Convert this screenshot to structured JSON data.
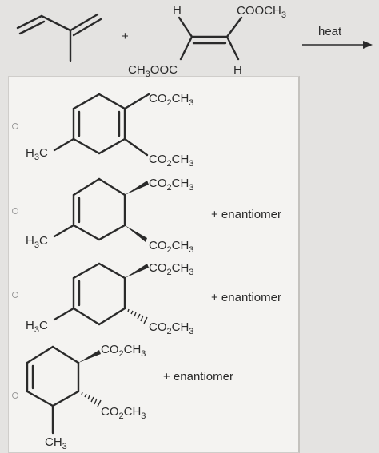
{
  "reaction": {
    "plus": "+",
    "h_top": "H",
    "h_bottom": "H",
    "cooch3_top": "COOCH",
    "cooch3_top_sub": "3",
    "ch3ooc_pre": "CH",
    "ch3ooc_sub": "3",
    "ch3ooc_post": "OOC",
    "heat": "heat"
  },
  "options": [
    {
      "radio_label": "",
      "subst_top": "CO",
      "subst_top_sub": "2",
      "subst_top_tail": "CH",
      "subst_top_tail_sub": "3",
      "subst_bottom": "CO",
      "subst_bottom_sub": "2",
      "subst_bottom_tail": "CH",
      "subst_bottom_tail_sub": "3",
      "methyl": "H",
      "methyl_sub": "3",
      "methyl_tail": "C",
      "note": ""
    },
    {
      "subst_top": "CO",
      "subst_top_sub": "2",
      "subst_top_tail": "CH",
      "subst_top_tail_sub": "3",
      "subst_bottom": "CO",
      "subst_bottom_sub": "2",
      "subst_bottom_tail": "CH",
      "subst_bottom_tail_sub": "3",
      "methyl": "H",
      "methyl_sub": "3",
      "methyl_tail": "C",
      "note": "+ enantiomer"
    },
    {
      "subst_top": "CO",
      "subst_top_sub": "2",
      "subst_top_tail": "CH",
      "subst_top_tail_sub": "3",
      "subst_bottom": "CO",
      "subst_bottom_sub": "2",
      "subst_bottom_tail": "CH",
      "subst_bottom_tail_sub": "3",
      "methyl": "H",
      "methyl_sub": "3",
      "methyl_tail": "C",
      "note": "+ enantiomer"
    },
    {
      "subst_top": "CO",
      "subst_top_sub": "2",
      "subst_top_tail": "CH",
      "subst_top_tail_sub": "3",
      "subst_bottom": "CO",
      "subst_bottom_sub": "2",
      "subst_bottom_tail": "CH",
      "subst_bottom_tail_sub": "3",
      "methyl": "CH",
      "methyl_sub": "3",
      "methyl_tail": "",
      "note": "+ enantiomer"
    }
  ]
}
